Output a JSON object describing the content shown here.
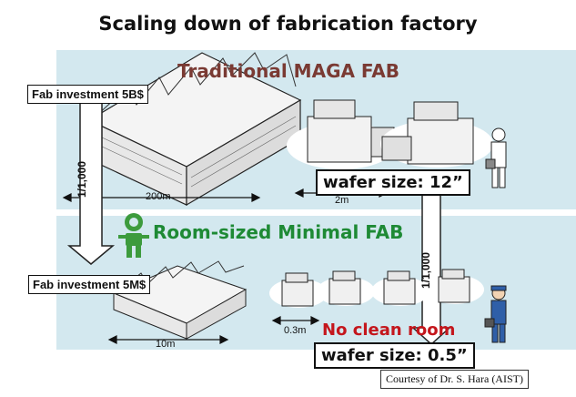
{
  "title": "Scaling down of fabrication factory",
  "traditional": {
    "heading": "Traditional MAGA FAB",
    "investment": "Fab investment 5B$",
    "length": "200m",
    "equipment_length": "2m",
    "wafer": "wafer size: 12”"
  },
  "minimal": {
    "heading": "Room-sized Minimal FAB",
    "investment": "Fab investment 5M$",
    "length": "10m",
    "equipment_length": "0.3m",
    "no_clean_room": "No clean room",
    "wafer": "wafer size: 0.5”"
  },
  "scale_factor_left": "1/1,000",
  "scale_factor_right": "1/1,000",
  "courtesy": "Courtesy of Dr. S. Hara (AIST)",
  "colors": {
    "band": "#d3e8ef",
    "maga": "#7a3a33",
    "minimal": "#1e8a35",
    "no_clean_room": "#c4161c"
  }
}
